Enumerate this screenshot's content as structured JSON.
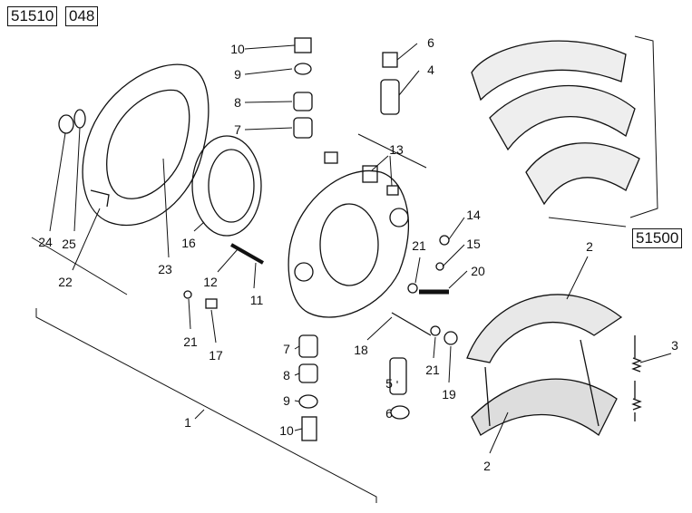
{
  "diagram": {
    "ref_number": "51510",
    "ref_suffix": "048",
    "shoe_ref": "51500",
    "callouts": [
      "10",
      "9",
      "8",
      "7",
      "6",
      "4",
      "13",
      "24",
      "25",
      "22",
      "23",
      "16",
      "12",
      "11",
      "14",
      "15",
      "21",
      "20",
      "21",
      "17",
      "7",
      "8",
      "9",
      "10",
      "18",
      "5",
      "6",
      "21",
      "19",
      "1",
      "2",
      "2",
      "3"
    ]
  }
}
